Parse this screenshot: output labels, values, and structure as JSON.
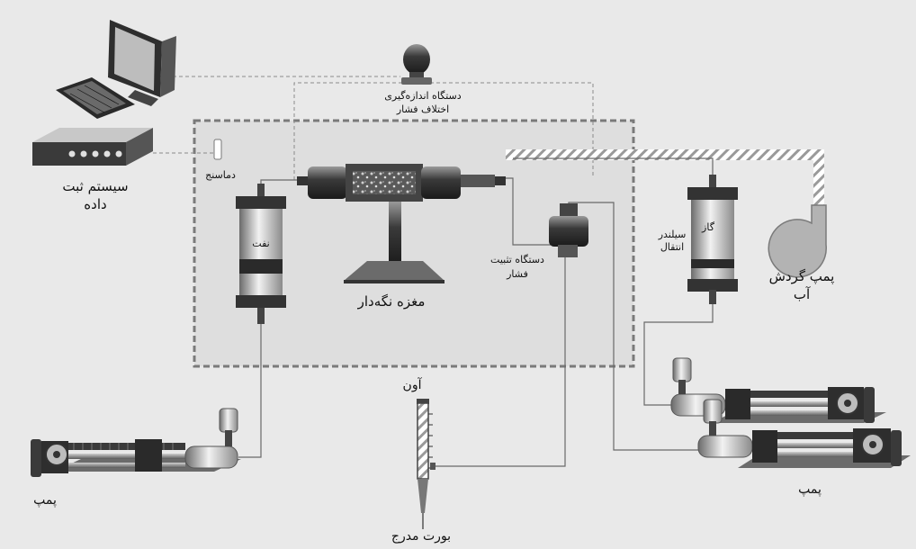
{
  "labels": {
    "data_logging_system_line1": "سیستم ثبت",
    "data_logging_system_line2": "داده",
    "diff_pressure_line1": "دستگاه اندازه‌گیری",
    "diff_pressure_line2": "اختلاف فشار",
    "thermometer": "دماسنج",
    "oil": "نفت",
    "core_holder": "مغزه نگه‌دار",
    "back_pressure_line1": "دستگاه تثبیت",
    "back_pressure_line2": "فشار",
    "gas": "گاز",
    "transfer_cylinder_line1": "سیلندر",
    "transfer_cylinder_line2": "انتقال",
    "water_circulation_pump_line1": "پمپ گردش",
    "water_circulation_pump_line2": "آب",
    "oven": "آون",
    "graduated_burette": "بورت مدرج",
    "pump_left": "پمپ",
    "pump_right": "پمپ"
  },
  "colors": {
    "background": "#e9e9e9",
    "oven_box_fill": "#dedede",
    "oven_box_border": "#7a7a7a",
    "line": "#6a6a6a",
    "oil": "#2a2a2a",
    "metal": "#4a4a4a"
  }
}
